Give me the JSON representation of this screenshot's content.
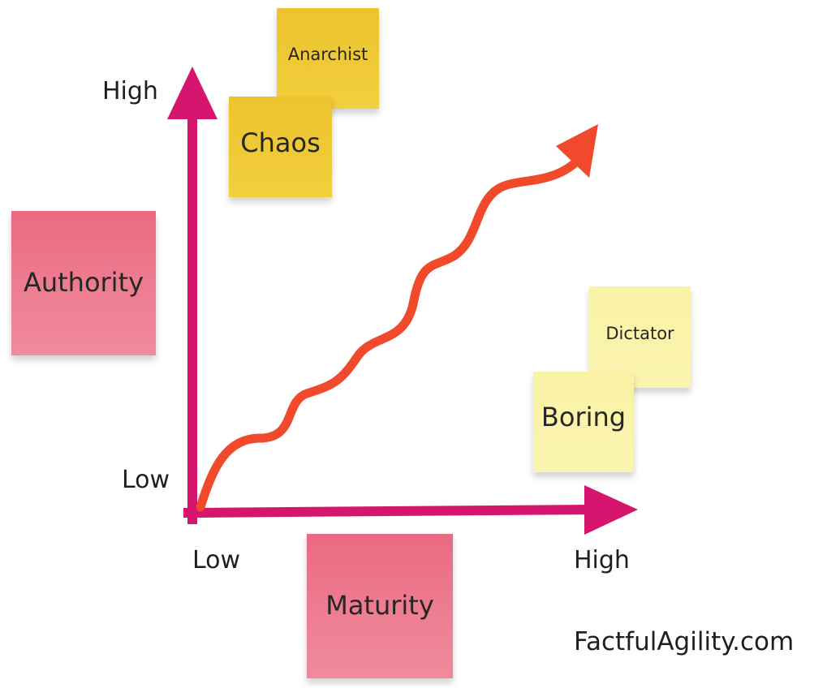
{
  "y_axis": {
    "high_label": "High",
    "low_label": "Low",
    "title": "Authority"
  },
  "x_axis": {
    "low_label": "Low",
    "high_label": "High",
    "title": "Maturity"
  },
  "stickies": {
    "top_back": "Anarchist",
    "top_front": "Chaos",
    "right_back": "Dictator",
    "right_front": "Boring"
  },
  "watermark": "FactfulAgility.com",
  "colors": {
    "axis": "#d6156e",
    "curve": "#f0492c",
    "pink_note": "#ee7b90",
    "yellow_note": "#f0cb37",
    "pale_yellow_note": "#faf3aa"
  }
}
